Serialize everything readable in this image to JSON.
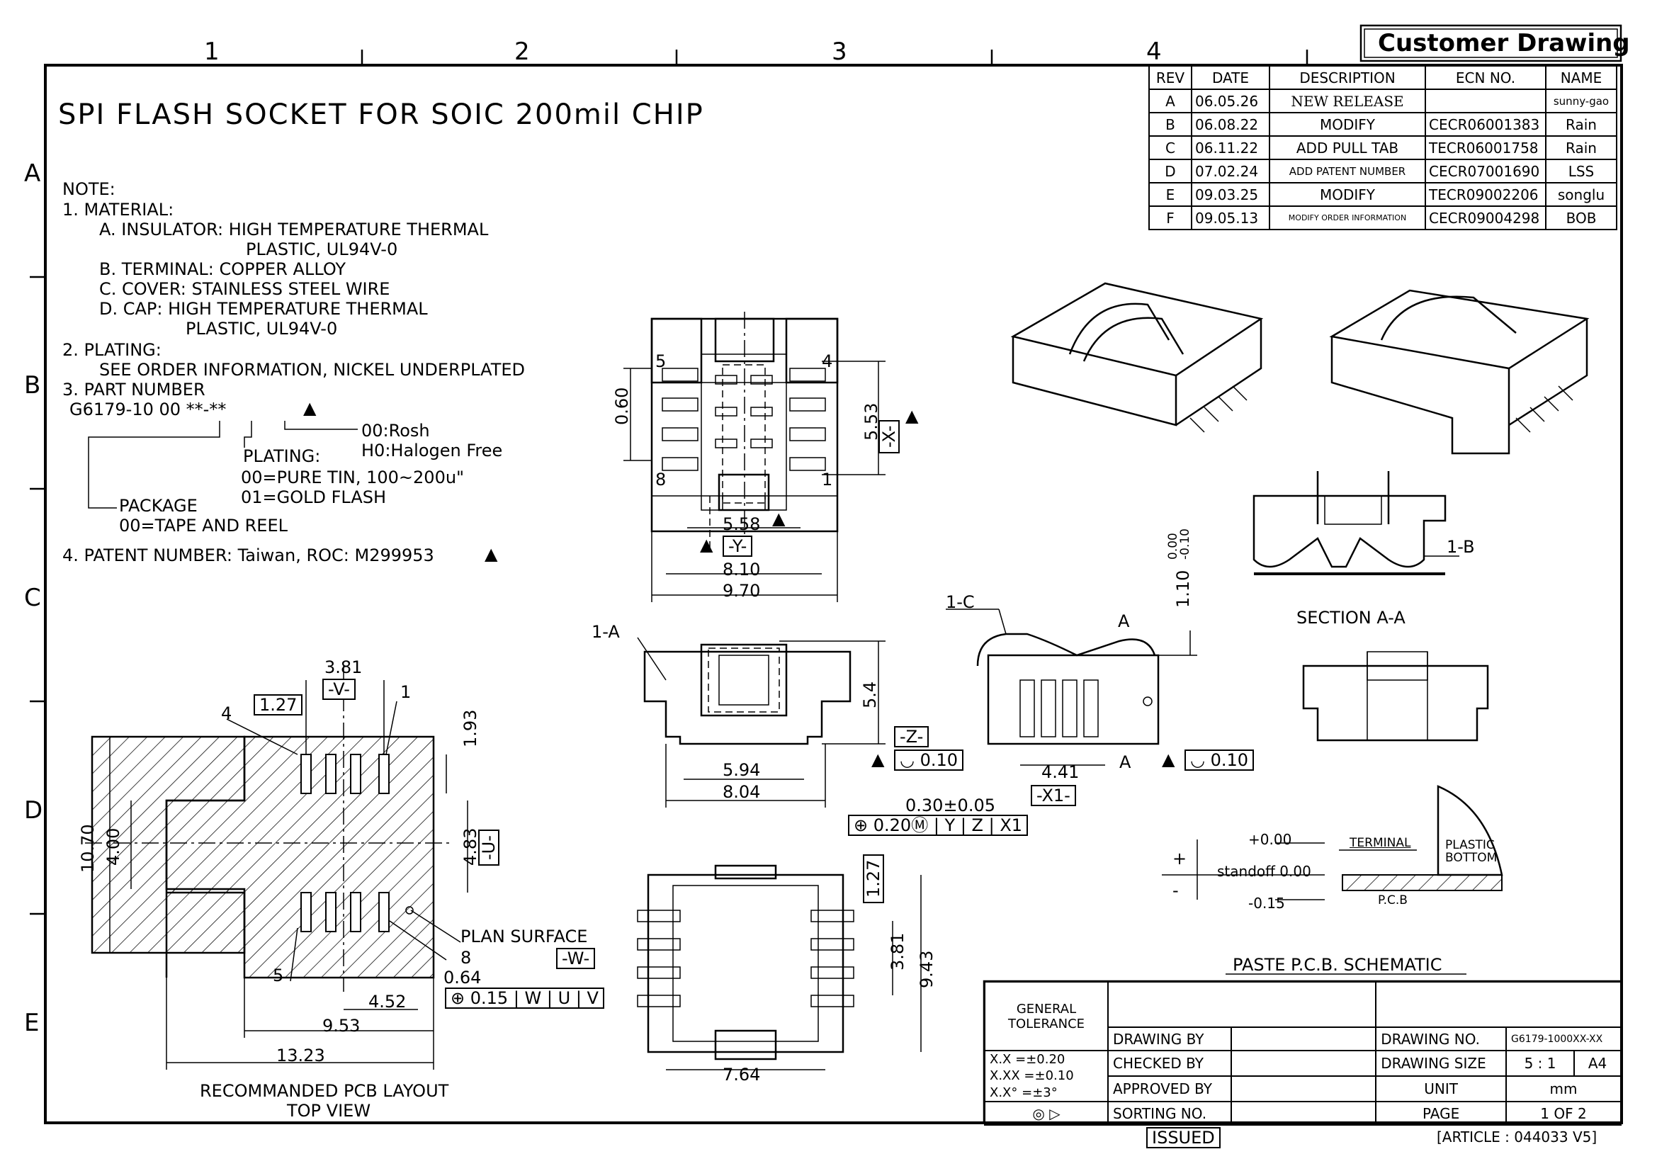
{
  "sheet": {
    "badge": "Customer Drawing",
    "title": "SPI FLASH SOCKET FOR SOIC 200mil CHIP",
    "columns": [
      "1",
      "2",
      "3",
      "4"
    ],
    "rows": [
      "A",
      "B",
      "C",
      "D",
      "E"
    ]
  },
  "revisions": {
    "headers": [
      "REV",
      "DATE",
      "DESCRIPTION",
      "ECN NO.",
      "NAME"
    ],
    "rows": [
      {
        "rev": "A",
        "date": "06.05.26",
        "desc": "NEW RELEASE",
        "ecn": "",
        "name": "sunny-gao"
      },
      {
        "rev": "B",
        "date": "06.08.22",
        "desc": "MODIFY",
        "ecn": "CECR06001383",
        "name": "Rain"
      },
      {
        "rev": "C",
        "date": "06.11.22",
        "desc": "ADD PULL TAB",
        "ecn": "TECR06001758",
        "name": "Rain"
      },
      {
        "rev": "D",
        "date": "07.02.24",
        "desc": "ADD PATENT NUMBER",
        "ecn": "CECR07001690",
        "name": "LSS"
      },
      {
        "rev": "E",
        "date": "09.03.25",
        "desc": "MODIFY",
        "ecn": "TECR09002206",
        "name": "songlu"
      },
      {
        "rev": "F",
        "date": "09.05.13",
        "desc": "MODIFY ORDER INFORMATION",
        "ecn": "CECR09004298",
        "name": "BOB"
      }
    ]
  },
  "notes": {
    "heading": "NOTE:",
    "l1": "1.  MATERIAL:",
    "l2": "A.  INSULATOR:  HIGH  TEMPERATURE  THERMAL",
    "l3": "PLASTIC,  UL94V-0",
    "l4": "B.  TERMINAL:  COPPER  ALLOY",
    "l5": "C.  COVER:  STAINLESS  STEEL  WIRE",
    "l6": "D.  CAP:  HIGH  TEMPERATURE  THERMAL",
    "l7": "PLASTIC,  UL94V-0",
    "l8": "2.  PLATING:",
    "l9": "SEE  ORDER  INFORMATION,  NICKEL  UNDERPLATED",
    "l10": "3.  PART  NUMBER",
    "pn": "G6179-10  00  **-**",
    "rosh": "00:Rosh",
    "halogen": "H0:Halogen  Free",
    "plating": "PLATING:",
    "tin": "00=PURE  TIN,  100~200u\"",
    "gold": "01=GOLD  FLASH",
    "package": "PACKAGE",
    "tape": "00=TAPE  AND  REEL",
    "patent": "4.  PATENT  NUMBER:  Taiwan,  ROC:  M299953"
  },
  "top_view": {
    "d060": "0.60",
    "d553": "5.53",
    "X": "-X-",
    "d558": "5.58",
    "Y": "-Y-",
    "d810": "8.10",
    "d970": "9.70",
    "pin5": "5",
    "pin4": "4",
    "pin8": "8",
    "pin1": "1"
  },
  "front_view": {
    "label": "1-A",
    "d54": "5.4",
    "d594": "5.94",
    "d804": "8.04",
    "Z": "-Z-",
    "flat": "0.10"
  },
  "side_view": {
    "label": "1-C",
    "A": "A",
    "d110": "1.10",
    "tol_up": "0.00",
    "tol_dn": "-0.10",
    "d441": "4.41",
    "X1": "-X1-",
    "d030": "0.30±0.05",
    "flat": "0.10",
    "pos_tol": "0.20",
    "datums": [
      "Y",
      "Z",
      "X1"
    ]
  },
  "section": {
    "label": "SECTION  A-A",
    "b": "1-B"
  },
  "bottom_view": {
    "d127": "1.27",
    "d381": "3.81",
    "d943": "9.43",
    "d764": "7.64"
  },
  "pcb": {
    "d381": "3.81",
    "V": "-V-",
    "d127": "1.27",
    "d193": "1.93",
    "d1070": "10.70",
    "d400": "4.00",
    "d483": "4.83",
    "U": "-U-",
    "plan": "PLAN  SURFACE",
    "W": "-W-",
    "d064": "0.64",
    "d452": "4.52",
    "d953": "9.53",
    "d1323": "13.23",
    "pos_tol": "0.15",
    "datums": [
      "W",
      "U",
      "V"
    ],
    "pin4": "4",
    "pin1": "1",
    "pin5": "5",
    "pin8": "8",
    "caption1": "RECOMMANDED  PCB  LAYOUT",
    "caption2": "TOP  VIEW"
  },
  "paste": {
    "plus": "+0.00",
    "standoff": "standoff  0.00",
    "minus": "-0.15",
    "terminal": "TERMINAL",
    "plastic": "PLASTIC",
    "bottom": "BOTTOM",
    "pcb": "P.C.B",
    "caption": "PASTE  P.C.B.  SCHEMATIC",
    "sign_plus": "+",
    "sign_minus": "-"
  },
  "title_block": {
    "general": "GENERAL",
    "tolerance": "TOLERANCE",
    "xx": "X.X    =±0.20",
    "xxx": "X.XX  =±0.10",
    "xang": "X.X°   =±3°",
    "drawing_by": "DRAWING  BY",
    "checked_by": "CHECKED  BY",
    "approved_by": "APPROVED  BY",
    "sorting_no": "SORTING  NO.",
    "drawing_no": "DRAWING  NO.",
    "drawing_no_val": "G6179-1000XX-XX",
    "drawing_size": "DRAWING  SIZE",
    "scale": "5 : 1",
    "size": "A4",
    "unit": "UNIT",
    "unit_val": "mm",
    "page": "PAGE",
    "page_val": "1  OF  2",
    "issued": "ISSUED",
    "article": "[ARTICLE  :  044033  V5]"
  }
}
